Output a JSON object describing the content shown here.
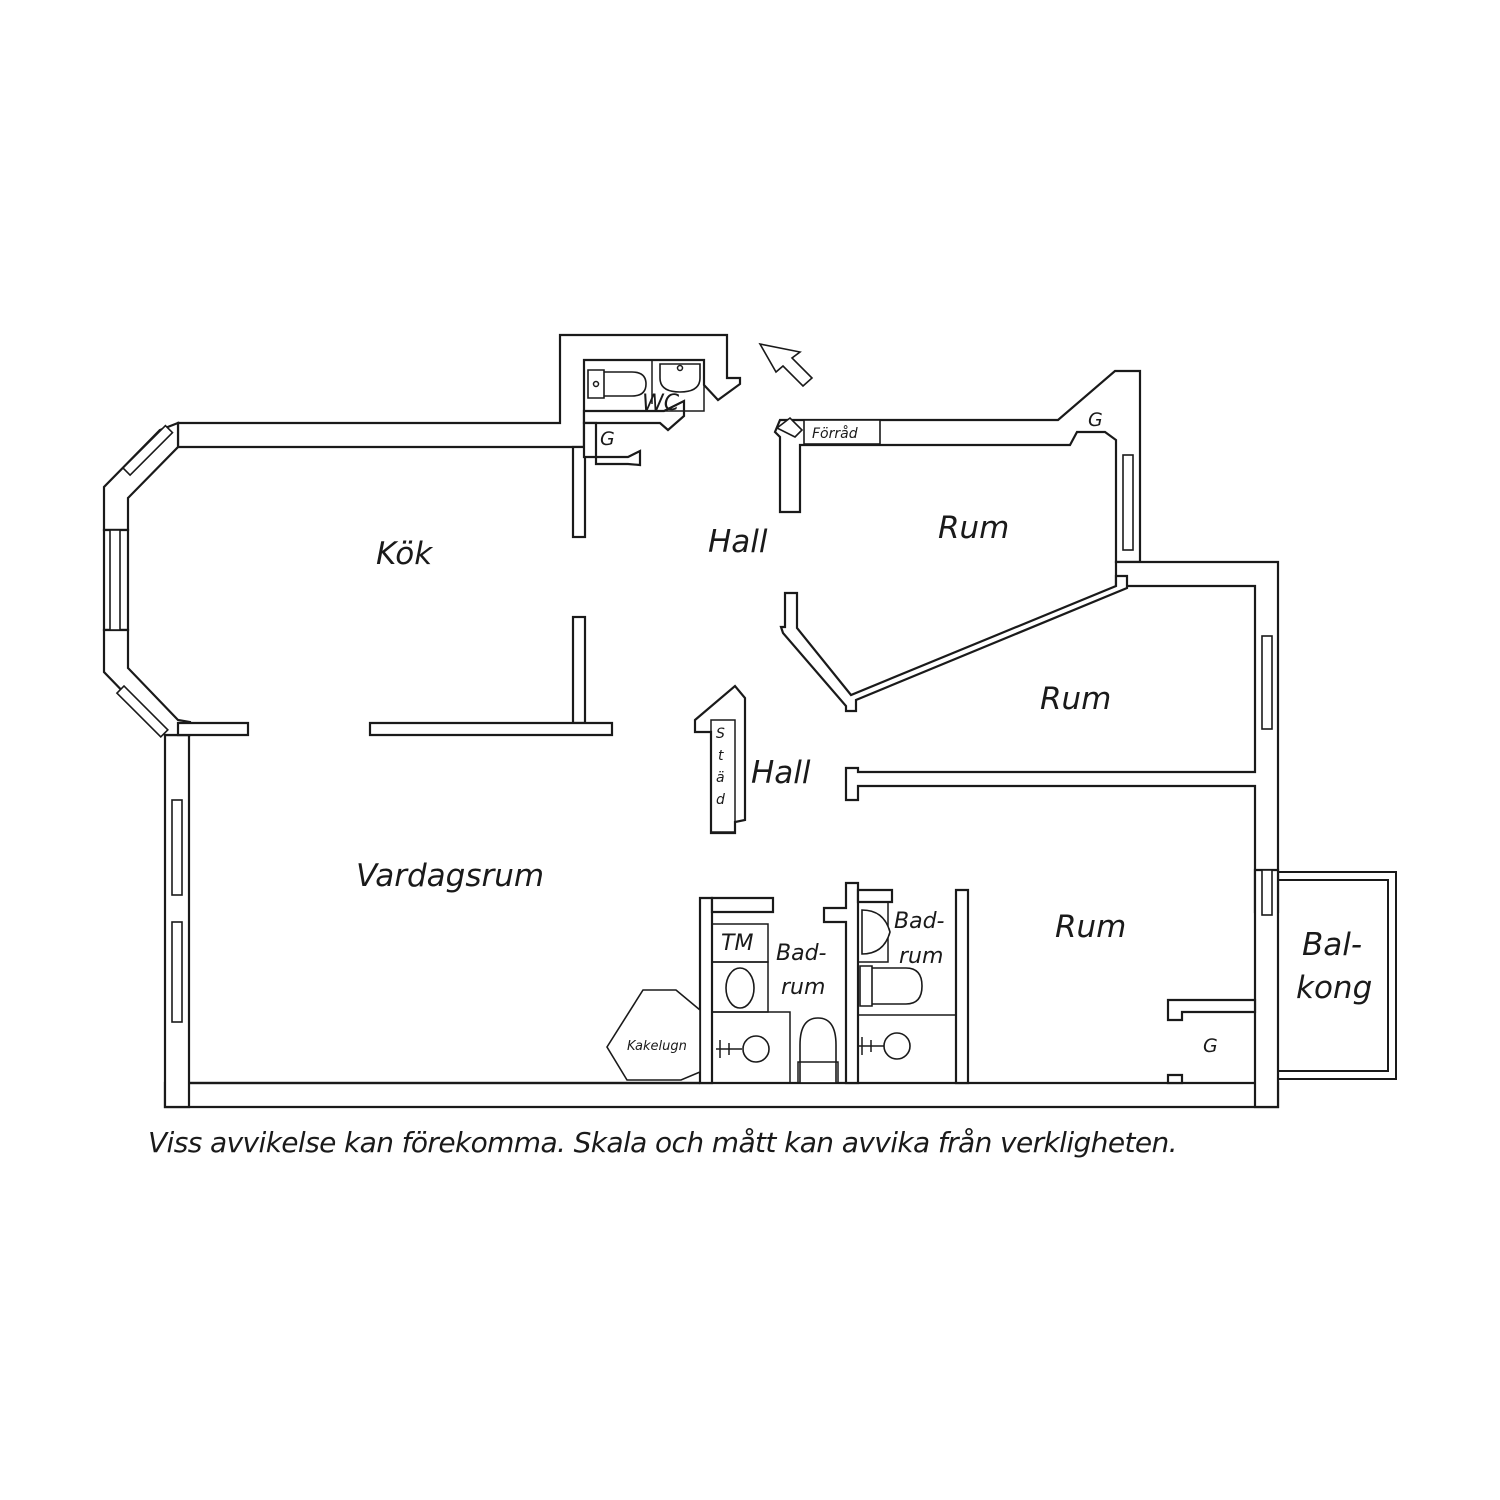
{
  "rooms": {
    "kok": "Kök",
    "hall_upper": "Hall",
    "hall_lower": "Hall",
    "rum_1": "Rum",
    "rum_2": "Rum",
    "rum_3": "Rum",
    "vardagsrum": "Vardagsrum",
    "badrum_1_line1": "Bad-",
    "badrum_1_line2": "rum",
    "badrum_2_line1": "Bad-",
    "badrum_2_line2": "rum",
    "balkong_line1": "Bal-",
    "balkong_line2": "kong",
    "wc": "WC"
  },
  "fixtures": {
    "forrad": "Förråd",
    "garderob_hall": "G",
    "garderob_rum_1": "G",
    "garderob_rum_3": "G",
    "tm": "TM",
    "kakelugn": "Kakelugn",
    "stad_s": "S",
    "stad_t": "t",
    "stad_a": "ä",
    "stad_d": "d"
  },
  "disclaimer": "Viss avvikelse kan förekomma. Skala och mått kan avvika från verkligheten.",
  "colors": {
    "line": "#1a1a1a",
    "background": "#ffffff"
  }
}
